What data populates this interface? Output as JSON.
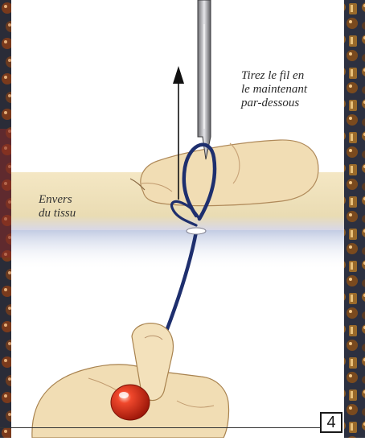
{
  "instruction_text": {
    "line1": "Tirez le fil en",
    "line2": "le maintenant",
    "line3": "par-dessous"
  },
  "fabric_label": {
    "line1": "Envers",
    "line2": "du tissu"
  },
  "step_number": "4",
  "colors": {
    "thread": "#1e2f6e",
    "bead": "#d42a1a",
    "skin": "#f1ddb4",
    "fabric": "#efe2bd",
    "border_beads": "#6e3b1f"
  },
  "icons": [
    "upward-arrow-icon",
    "needle-icon",
    "bead-icon"
  ]
}
